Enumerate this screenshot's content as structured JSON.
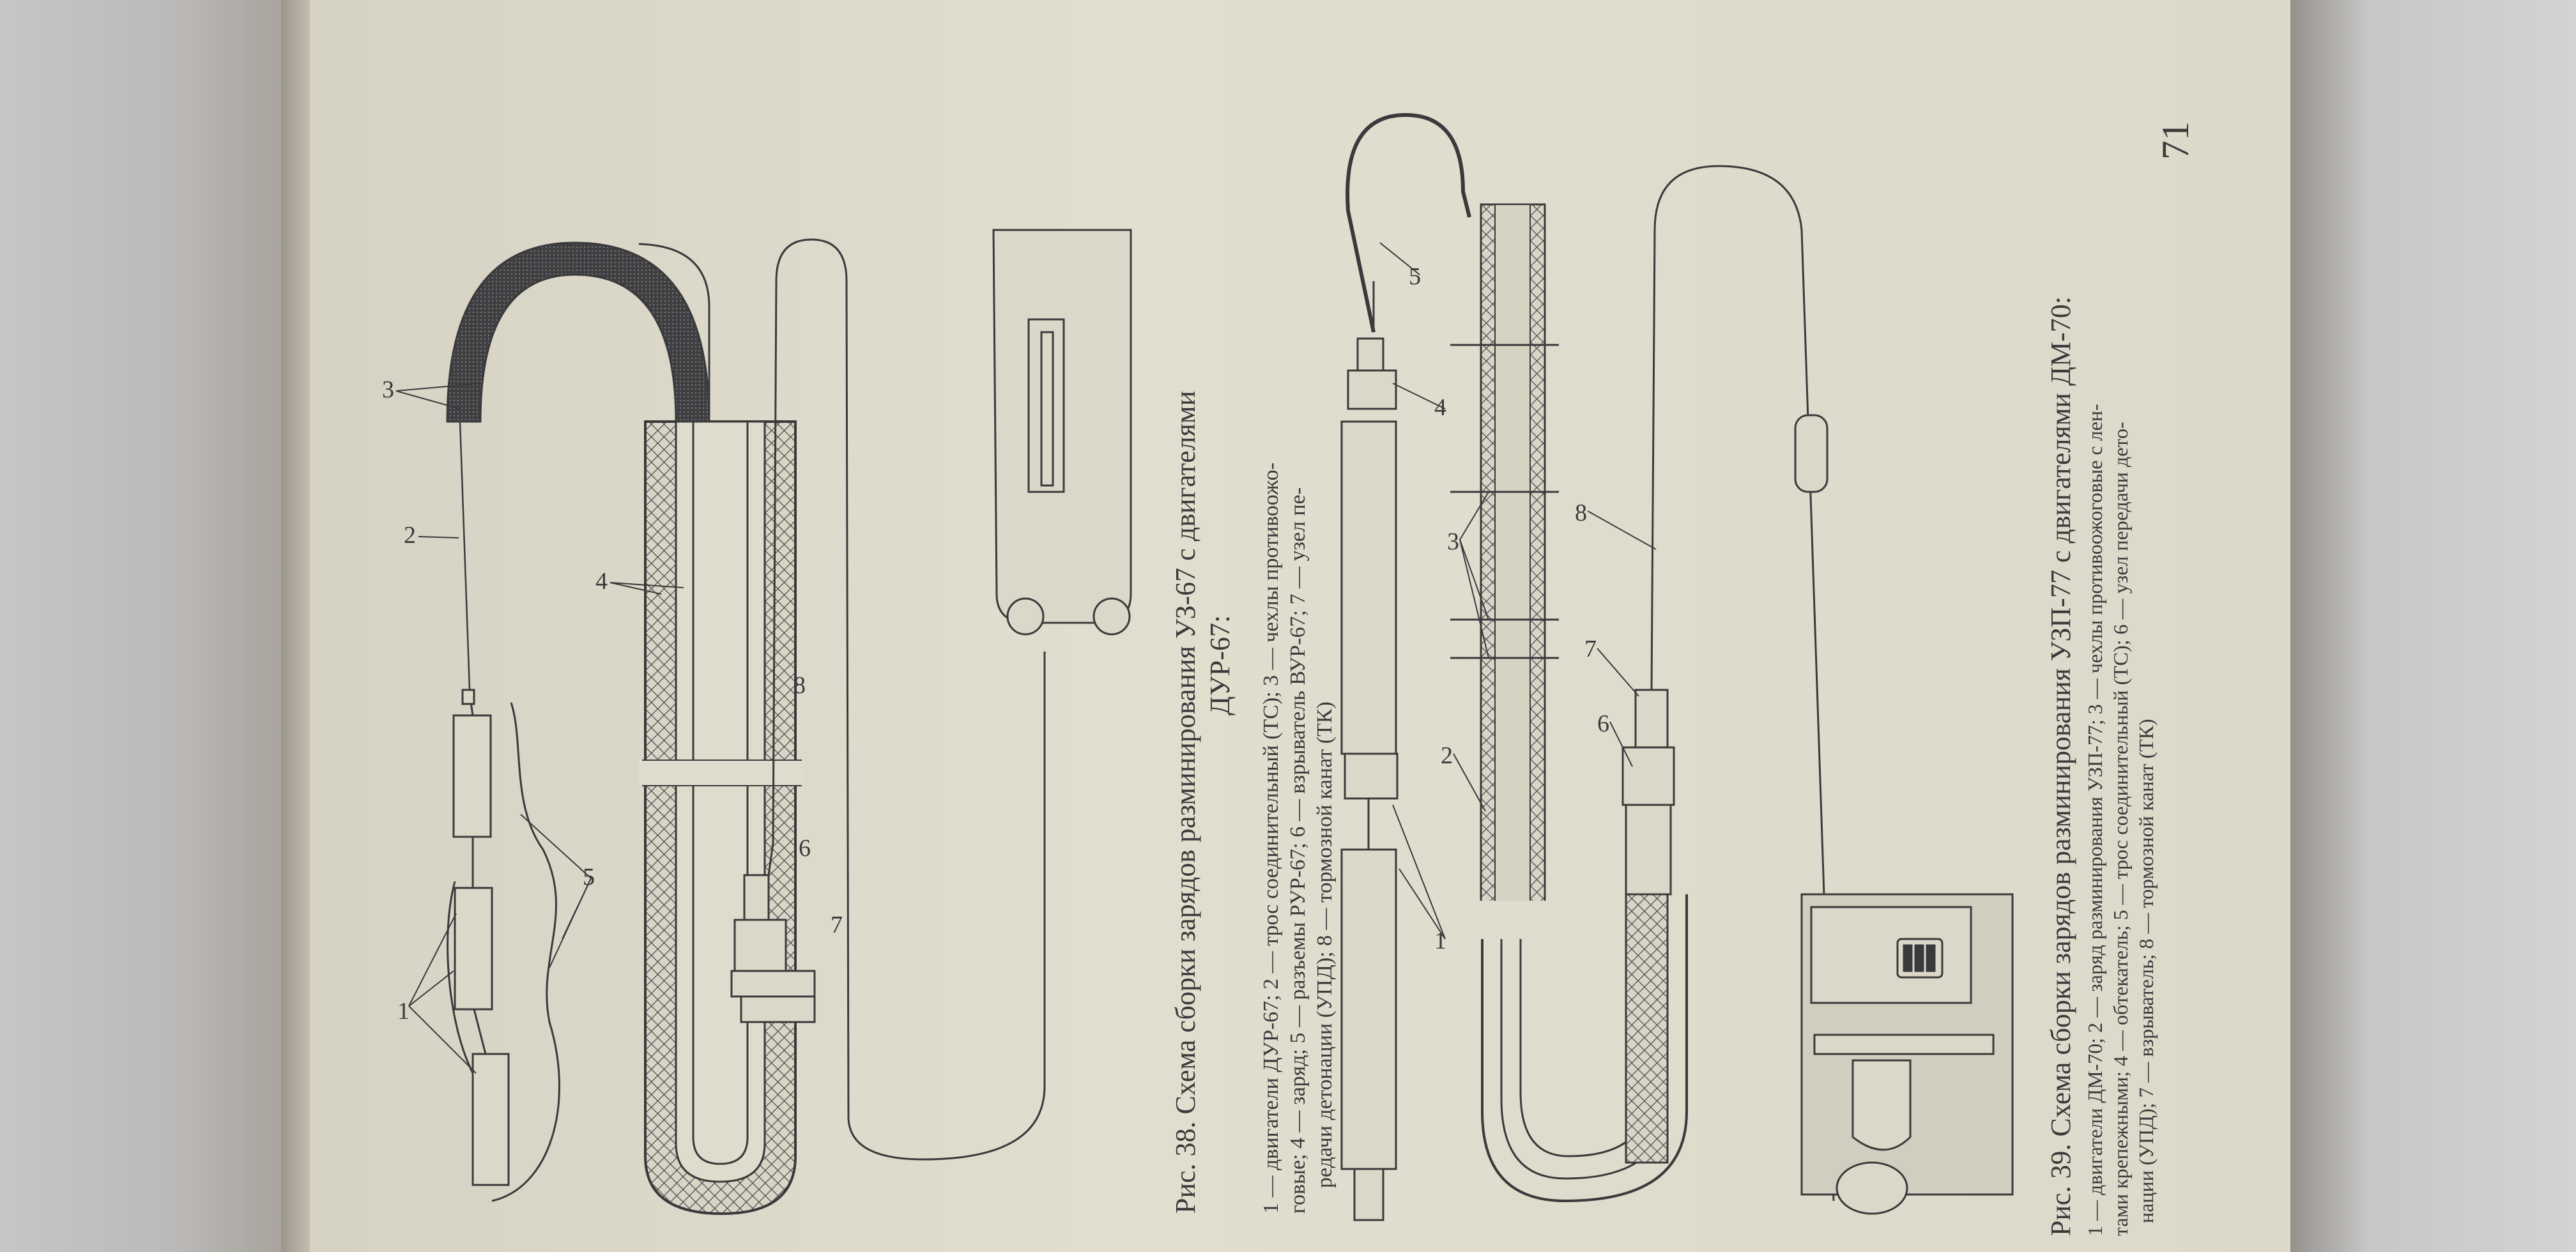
{
  "page_number": "71",
  "figure_38": {
    "title_line1": "Рис. 38. Схема сборки зарядов разминирования УЗ-67 с двигателями",
    "title_line2": "ДУР-67:",
    "legend_line1": "1 — двигатели ДУР-67; 2 — трос соединительный (ТС); 3 — чехлы противоожо-",
    "legend_line2": "говые; 4 — заряд; 5 — разъемы РУР-67; 6 — взрыватель ВУР-67; 7 — узел пе-",
    "legend_line3": "редачи детонации (УПД); 8 — тормозной канат (ТК)",
    "callouts": [
      "1",
      "2",
      "3",
      "4",
      "5",
      "6",
      "7",
      "8"
    ]
  },
  "figure_39": {
    "title_line1": "Рис. 39. Схема сборки зарядов разминирования УЗП-77 с двигателями ДМ-70:",
    "legend_line1": "1 — двигатели ДМ-70; 2 — заряд разминирования УЗП-77; 3 — чехлы противоожоговые с лен-",
    "legend_line2": "тами крепежными; 4 — обтекатель; 5 — трос соединительный (ТС); 6 — узел передачи дето-",
    "legend_line3": "нации (УПД); 7 — взрыватель; 8 — тормозной канат (ТК)",
    "callouts": [
      "1",
      "2",
      "3",
      "4",
      "5",
      "6",
      "7",
      "8"
    ]
  },
  "colors": {
    "ink": "#3a3a3c",
    "paper": "#e0dccd",
    "cloth": "#c4c3c1"
  }
}
